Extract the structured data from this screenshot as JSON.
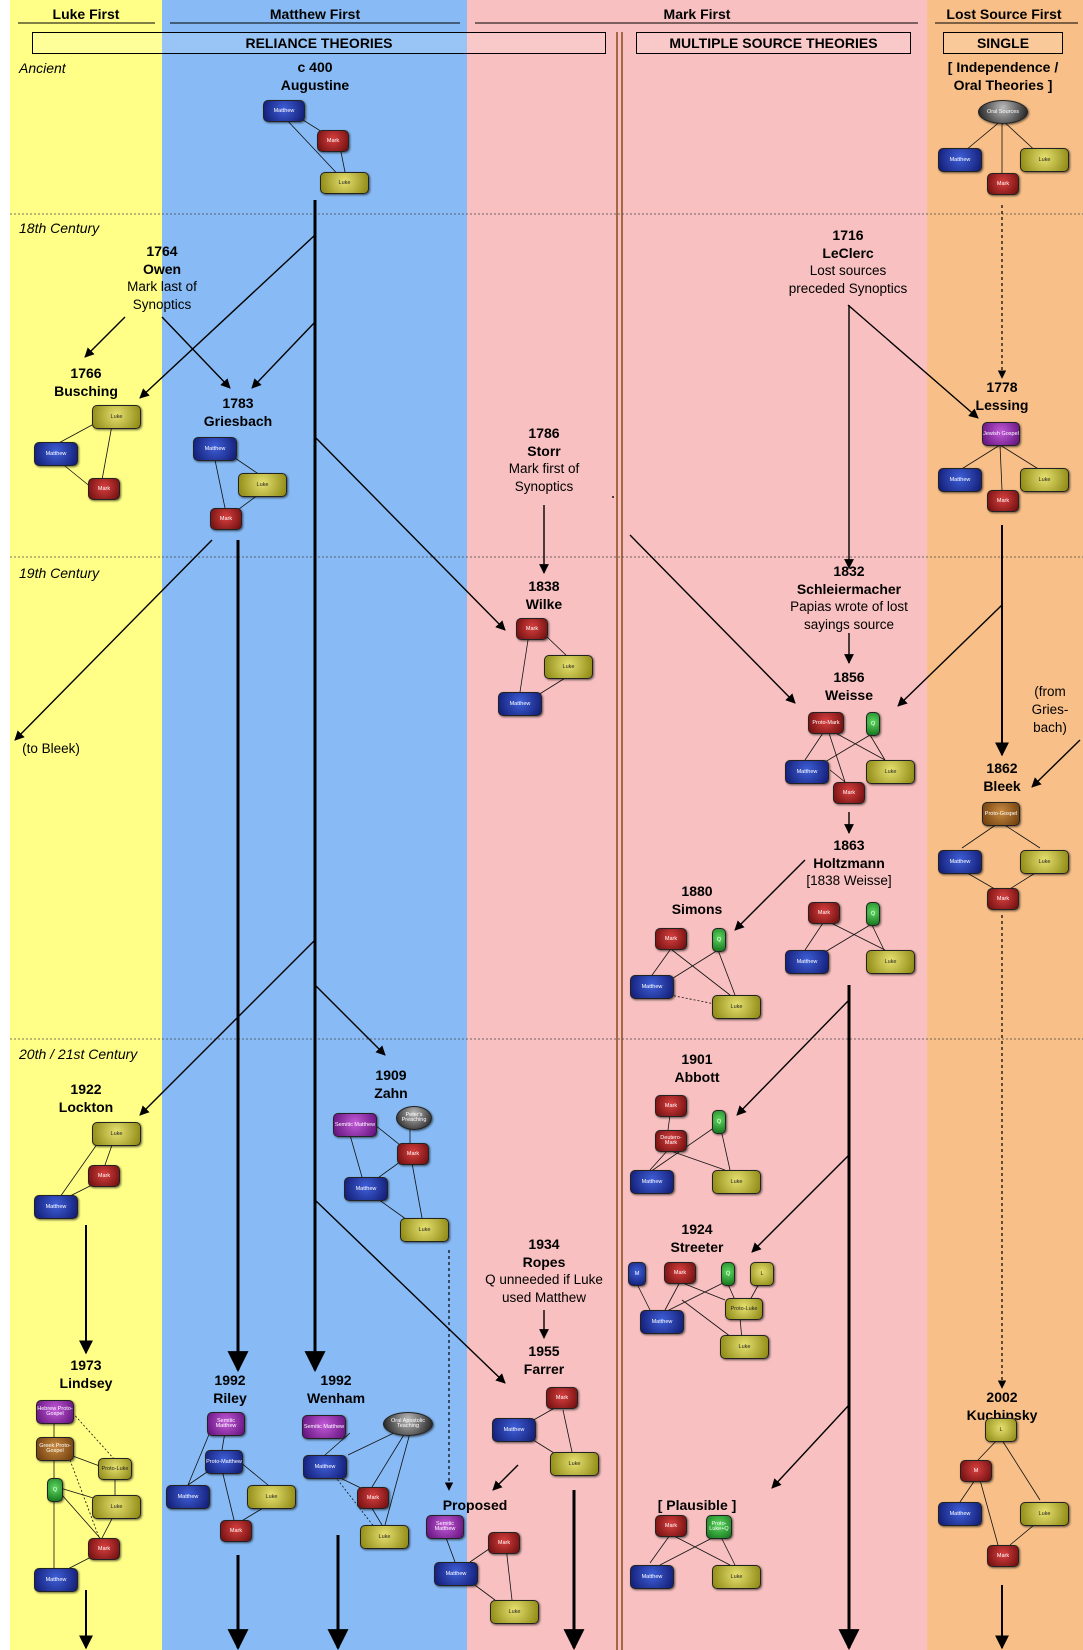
{
  "headers": {
    "luke_first": "Luke First",
    "matthew_first": "Matthew First",
    "mark_first": "Mark First",
    "lost_source_first": "Lost Source First",
    "reliance_theories": "RELIANCE THEORIES",
    "multiple_source_theories": "MULTIPLE SOURCE THEORIES",
    "single": "SINGLE"
  },
  "eras": {
    "ancient": "Ancient",
    "c18": "18th Century",
    "c19": "19th Century",
    "c20": "20th / 21st Century"
  },
  "theories": {
    "augustine": {
      "date": "c 400",
      "name": "Augustine"
    },
    "independence": {
      "date": "[ Independence /",
      "name": "Oral Theories ]"
    },
    "owen": {
      "date": "1764",
      "name": "Owen",
      "note1": "Mark last of",
      "note2": "Synoptics"
    },
    "leclerc": {
      "date": "1716",
      "name": "LeClerc",
      "note1": "Lost sources",
      "note2": "preceded Synoptics"
    },
    "busching": {
      "date": "1766",
      "name": "Busching"
    },
    "griesbach": {
      "date": "1783",
      "name": "Griesbach"
    },
    "lessing": {
      "date": "1778",
      "name": "Lessing"
    },
    "storr": {
      "date": "1786",
      "name": "Storr",
      "note1": "Mark first of",
      "note2": "Synoptics"
    },
    "wilke": {
      "date": "1838",
      "name": "Wilke"
    },
    "schleiermacher": {
      "date": "1832",
      "name": "Schleiermacher",
      "note1": "Papias wrote of lost",
      "note2": "sayings source"
    },
    "weisse": {
      "date": "1856",
      "name": "Weisse"
    },
    "bleek": {
      "date": "1862",
      "name": "Bleek"
    },
    "holtzmann": {
      "date": "1863",
      "name": "Holtzmann",
      "note1": "[1838 Weisse]"
    },
    "simons": {
      "date": "1880",
      "name": "Simons"
    },
    "lockton": {
      "date": "1922",
      "name": "Lockton"
    },
    "zahn": {
      "date": "1909",
      "name": "Zahn"
    },
    "abbott": {
      "date": "1901",
      "name": "Abbott"
    },
    "ropes": {
      "date": "1934",
      "name": "Ropes",
      "note1": "Q unneeded if Luke",
      "note2": "used Matthew"
    },
    "streeter": {
      "date": "1924",
      "name": "Streeter"
    },
    "farrer": {
      "date": "1955",
      "name": "Farrer"
    },
    "lindsey": {
      "date": "1973",
      "name": "Lindsey"
    },
    "riley": {
      "date": "1992",
      "name": "Riley"
    },
    "wenham": {
      "date": "1992",
      "name": "Wenham"
    },
    "kuchinsky": {
      "date": "2002",
      "name": "Kuchinsky"
    }
  },
  "notes": {
    "to_bleek": "(to Bleek)",
    "from_griesbach": "(from\nGries-\nbach)",
    "proposed": "Proposed",
    "plausible": "[ Plausible ]"
  },
  "node_labels": {
    "matthew": "Matthew",
    "mark": "Mark",
    "luke": "Luke",
    "oral_sources": "Oral Sources",
    "q": "Q",
    "l": "L",
    "m": "M",
    "proto_mark": "Proto-Mark",
    "proto_gospel": "Proto-Gospel",
    "proto_luke": "Proto-Luke",
    "proto_matthew": "Proto-Matthew",
    "hebrew_gospel": "Jewish Gospel",
    "semitic_matthew": "Semitic Matthew",
    "peters_preaching": "Peter's Preaching",
    "oral_apostolic": "Oral Apostolic Teaching",
    "deutero_mark": "Deutero-Mark",
    "proto_luke_q": "Proto-Luke+Q",
    "greek_proto_gospel": "Greek Proto-Gospel",
    "hebrew_proto": "Hebrew Proto-Gospel"
  },
  "colors": {
    "luke_first_bg": "#ffff88",
    "matthew_first_bg": "#88bbf5",
    "mark_first_bg": "#f8c0c0",
    "lost_source_bg": "#f8c088",
    "matthew_node": "#1a2a9a",
    "mark_node": "#a01818",
    "luke_node": "#c8c030",
    "purple_node": "#9a2ab0",
    "brown_node": "#9a5a18",
    "green_node": "#2aa030"
  }
}
